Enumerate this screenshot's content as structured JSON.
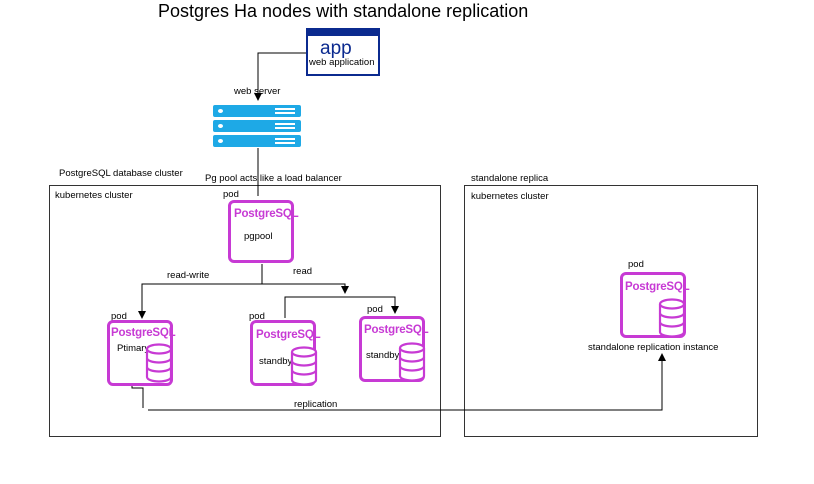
{
  "title": "Postgres Ha nodes  with standalone replication",
  "app": {
    "logo_text": "app",
    "label": "web application"
  },
  "web_server_label": "web server",
  "cluster_label": "PostgreSQL database cluster",
  "pgpool_note": "Pg pool acts like a load balancer",
  "standalone_label": "standalone replica",
  "k8s_label_left": "kubernetes cluster",
  "k8s_label_right": "kubernetes cluster",
  "logo_text": "PostgreSQL",
  "pods": {
    "pgpool": {
      "pod": "pod",
      "name": "pgpool"
    },
    "primary": {
      "pod": "pod",
      "name": "Ptimary"
    },
    "standby1": {
      "pod": "pod",
      "name": "standby"
    },
    "standby2": {
      "pod": "pod",
      "name": "standby"
    },
    "standalone": {
      "pod": "pod",
      "name": "standalone replication instance"
    }
  },
  "edges": {
    "read_write": "read-write",
    "read": "read",
    "replication": "replication"
  },
  "colors": {
    "postgres": "#c73ad4",
    "server": "#1ea9e6",
    "app": "#0b2a8f"
  }
}
